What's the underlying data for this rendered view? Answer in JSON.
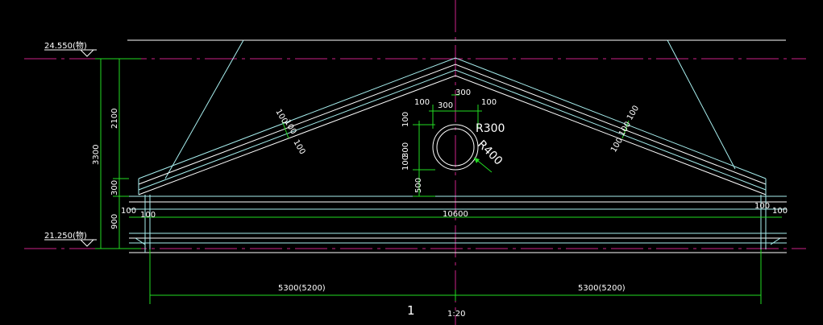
{
  "drawing": {
    "elevation_top": "24.550(物)",
    "elevation_bottom": "21.250(物)",
    "dims_vertical_outer": "3300",
    "dims_vertical": [
      "2100",
      "300",
      "900"
    ],
    "roof_left_dims": [
      "100",
      "100",
      "100"
    ],
    "roof_right_dims": [
      "100",
      "100",
      "100"
    ],
    "vent_top": "300",
    "vent_horizontal": [
      "100",
      "300",
      "100"
    ],
    "vent_vertical": [
      "100",
      "300",
      "100",
      "500"
    ],
    "vent_r_inner": "R300",
    "vent_r_outer": "R400",
    "side_left": [
      "100",
      "100"
    ],
    "side_right": [
      "100",
      "100"
    ],
    "total_width": "10600",
    "half_left": "5300(5200)",
    "half_right": "5300(5200)",
    "detail_number": "1",
    "scale": "1:20"
  },
  "colors": {
    "background": "#000000",
    "outline": "#a8f0f0",
    "dimension": "#22dd22",
    "centerline": "#cc2288",
    "text": "#ffffff"
  }
}
